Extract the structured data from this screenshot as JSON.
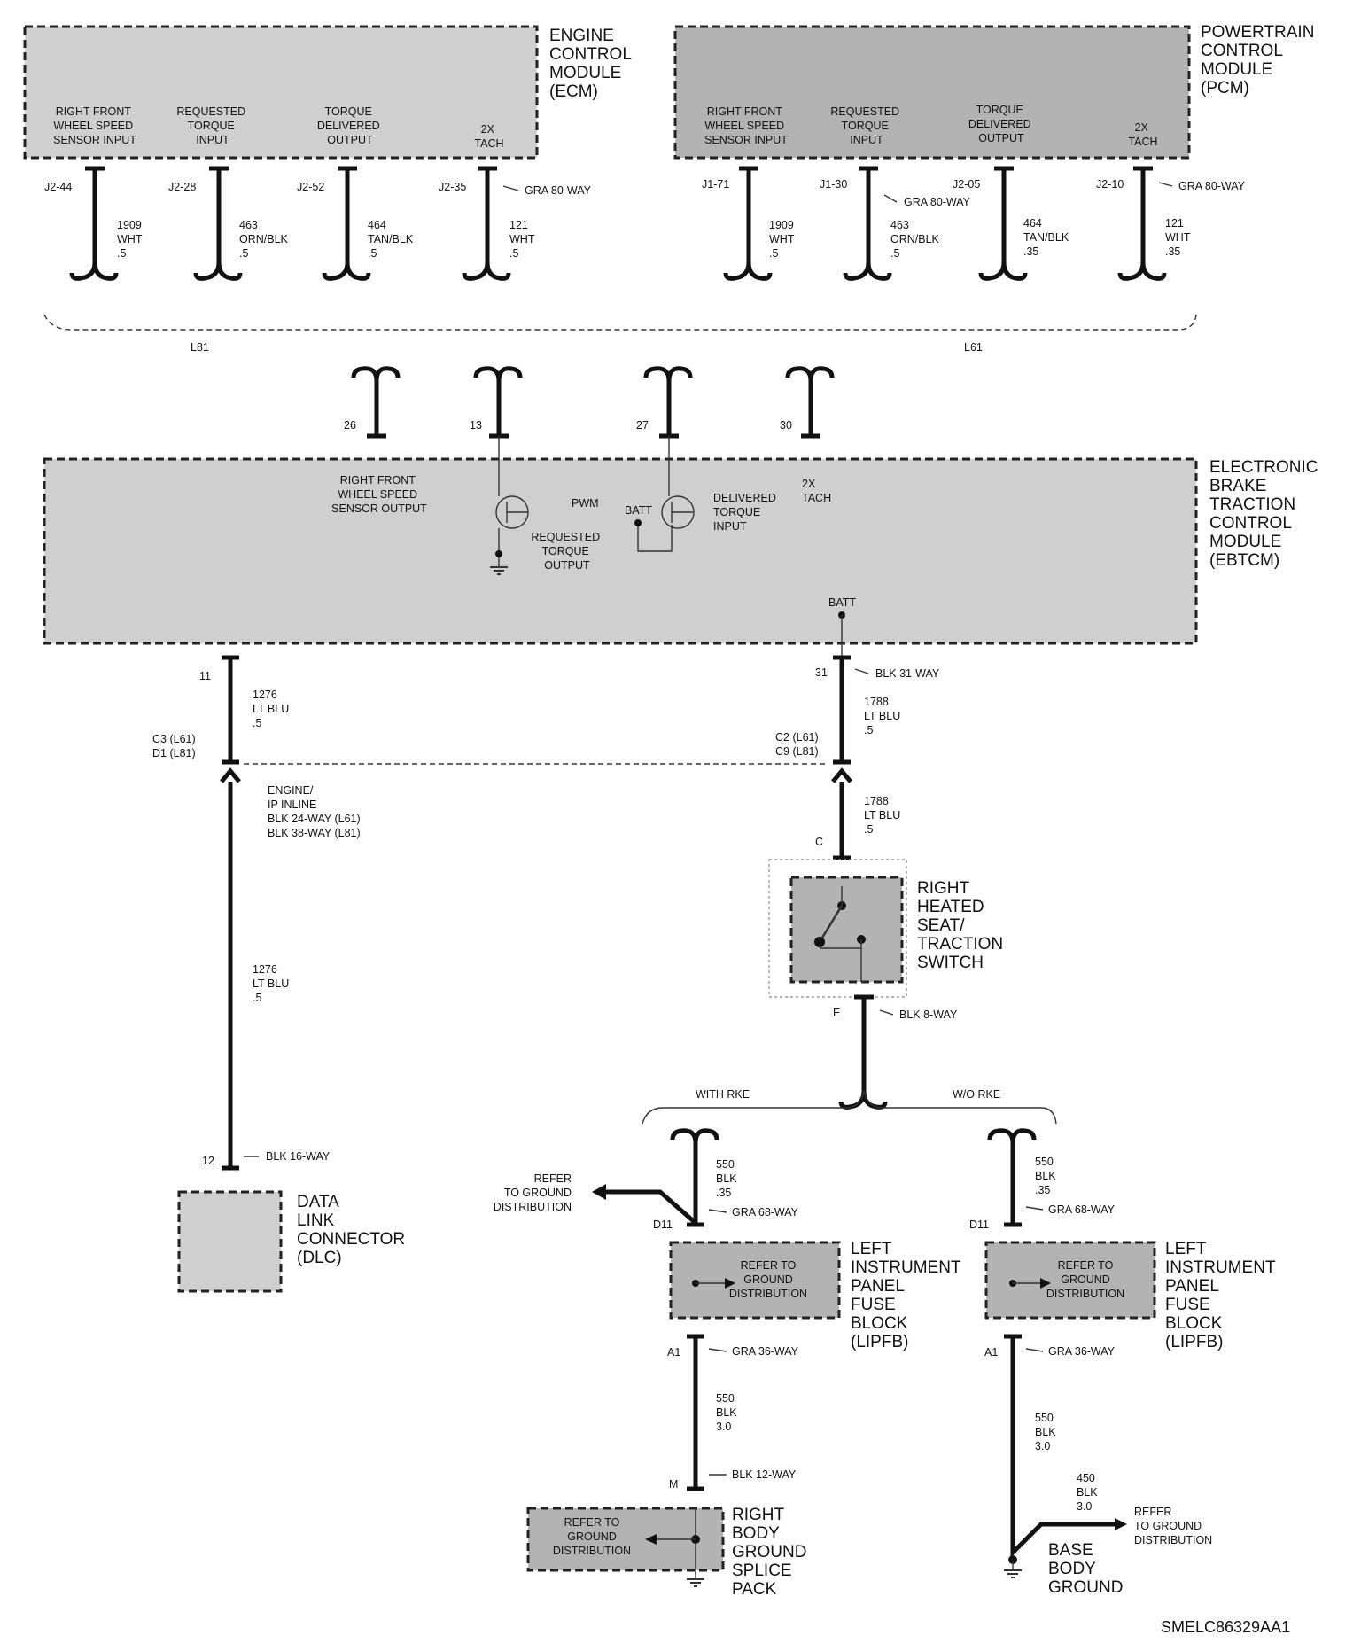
{
  "ecm": {
    "title": [
      "ENGINE",
      "CONTROL",
      "MODULE",
      "(ECM)"
    ],
    "inputs": [
      [
        "RIGHT FRONT",
        "WHEEL SPEED",
        "SENSOR INPUT"
      ],
      [
        "REQUESTED",
        "TORQUE",
        "INPUT"
      ],
      [
        "TORQUE",
        "DELIVERED",
        "OUTPUT"
      ],
      [
        "2X",
        "TACH"
      ]
    ],
    "pins": [
      "J2-44",
      "J2-28",
      "J2-52",
      "J2-35"
    ],
    "connector": "GRA 80-WAY",
    "wires": [
      [
        "1909",
        "WHT",
        ".5"
      ],
      [
        "463",
        "ORN/BLK",
        ".5"
      ],
      [
        "464",
        "TAN/BLK",
        ".5"
      ],
      [
        "121",
        "WHT",
        ".5"
      ]
    ],
    "option": "L81"
  },
  "pcm": {
    "title": [
      "POWERTRAIN",
      "CONTROL",
      "MODULE",
      "(PCM)"
    ],
    "inputs": [
      [
        "RIGHT FRONT",
        "WHEEL SPEED",
        "SENSOR INPUT"
      ],
      [
        "REQUESTED",
        "TORQUE",
        "INPUT"
      ],
      [
        "TORQUE",
        "DELIVERED",
        "OUTPUT"
      ],
      [
        "2X",
        "TACH"
      ]
    ],
    "pins": [
      "J1-71",
      "J1-30",
      "J2-05",
      "J2-10"
    ],
    "connector_j1": "GRA 80-WAY",
    "connector_j2": "GRA 80-WAY",
    "wires": [
      [
        "1909",
        "WHT",
        ".5"
      ],
      [
        "463",
        "ORN/BLK",
        ".5"
      ],
      [
        "464",
        "TAN/BLK",
        ".35"
      ],
      [
        "121",
        "WHT",
        ".35"
      ]
    ],
    "option": "L61"
  },
  "ebtcm": {
    "title": [
      "ELECTRONIC",
      "BRAKE",
      "TRACTION",
      "CONTROL",
      "MODULE",
      "(EBTCM)"
    ],
    "pins_top": [
      "26",
      "13",
      "27",
      "30"
    ],
    "wheel_speed": [
      "RIGHT FRONT",
      "WHEEL SPEED",
      "SENSOR OUTPUT"
    ],
    "pwm": "PWM",
    "requested": [
      "REQUESTED",
      "TORQUE",
      "OUTPUT"
    ],
    "batt_left": "BATT",
    "delivered": [
      "DELIVERED",
      "TORQUE",
      "INPUT"
    ],
    "tach": [
      "2X",
      "TACH"
    ],
    "batt_bottom": "BATT",
    "pin_11": "11",
    "pin_31": "31",
    "connector_31": "BLK 31-WAY"
  },
  "dlc_branch": {
    "wire_upper": [
      "1276",
      "LT BLU",
      ".5"
    ],
    "inline_left": [
      "C3 (L61)",
      "D1 (L81)"
    ],
    "inline_label": [
      "ENGINE/",
      "IP INLINE",
      "BLK 24-WAY (L61)",
      "BLK 38-WAY (L81)"
    ],
    "wire_lower": [
      "1276",
      "LT BLU",
      ".5"
    ],
    "pin": "12",
    "connector": "BLK 16-WAY",
    "dlc_title": [
      "DATA",
      "LINK",
      "CONNECTOR",
      "(DLC)"
    ]
  },
  "switch_branch": {
    "wire_upper": [
      "1788",
      "LT BLU",
      ".5"
    ],
    "inline_left": [
      "C2 (L61)",
      "C9 (L81)"
    ],
    "wire_lower": [
      "1788",
      "LT BLU",
      ".5"
    ],
    "pin_c": "C",
    "switch_title": [
      "RIGHT",
      "HEATED",
      "SEAT/",
      "TRACTION",
      "SWITCH"
    ],
    "pin_e": "E",
    "connector_e": "BLK 8-WAY",
    "with_rke": "WITH RKE",
    "wo_rke": "W/O RKE"
  },
  "rke_left": {
    "wire": [
      "550",
      "BLK",
      ".35"
    ],
    "refer": [
      "REFER",
      "TO GROUND",
      "DISTRIBUTION"
    ],
    "pin": "D11",
    "connector": "GRA 68-WAY",
    "block_text": [
      "REFER TO",
      "GROUND",
      "DISTRIBUTION"
    ],
    "block_title": [
      "LEFT",
      "INSTRUMENT",
      "PANEL",
      "FUSE",
      "BLOCK",
      "(LIPFB)"
    ],
    "pin_a1": "A1",
    "connector_a1": "GRA 36-WAY",
    "wire_lower": [
      "550",
      "BLK",
      "3.0"
    ],
    "pin_m": "M",
    "connector_m": "BLK 12-WAY",
    "splice_text": [
      "REFER TO",
      "GROUND",
      "DISTRIBUTION"
    ],
    "splice_title": [
      "RIGHT",
      "BODY",
      "GROUND",
      "SPLICE",
      "PACK"
    ]
  },
  "rke_right": {
    "wire": [
      "550",
      "BLK",
      ".35"
    ],
    "pin": "D11",
    "connector": "GRA 68-WAY",
    "block_text": [
      "REFER TO",
      "GROUND",
      "DISTRIBUTION"
    ],
    "block_title": [
      "LEFT",
      "INSTRUMENT",
      "PANEL",
      "FUSE",
      "BLOCK",
      "(LIPFB)"
    ],
    "pin_a1": "A1",
    "connector_a1": "GRA 36-WAY",
    "wire_lower": [
      "550",
      "BLK",
      "3.0"
    ],
    "wire_450": [
      "450",
      "BLK",
      "3.0"
    ],
    "refer": [
      "REFER",
      "TO GROUND",
      "DISTRIBUTION"
    ],
    "ground_title": [
      "BASE",
      "BODY",
      "GROUND"
    ]
  },
  "diagram_id": "SMELC86329AA1"
}
